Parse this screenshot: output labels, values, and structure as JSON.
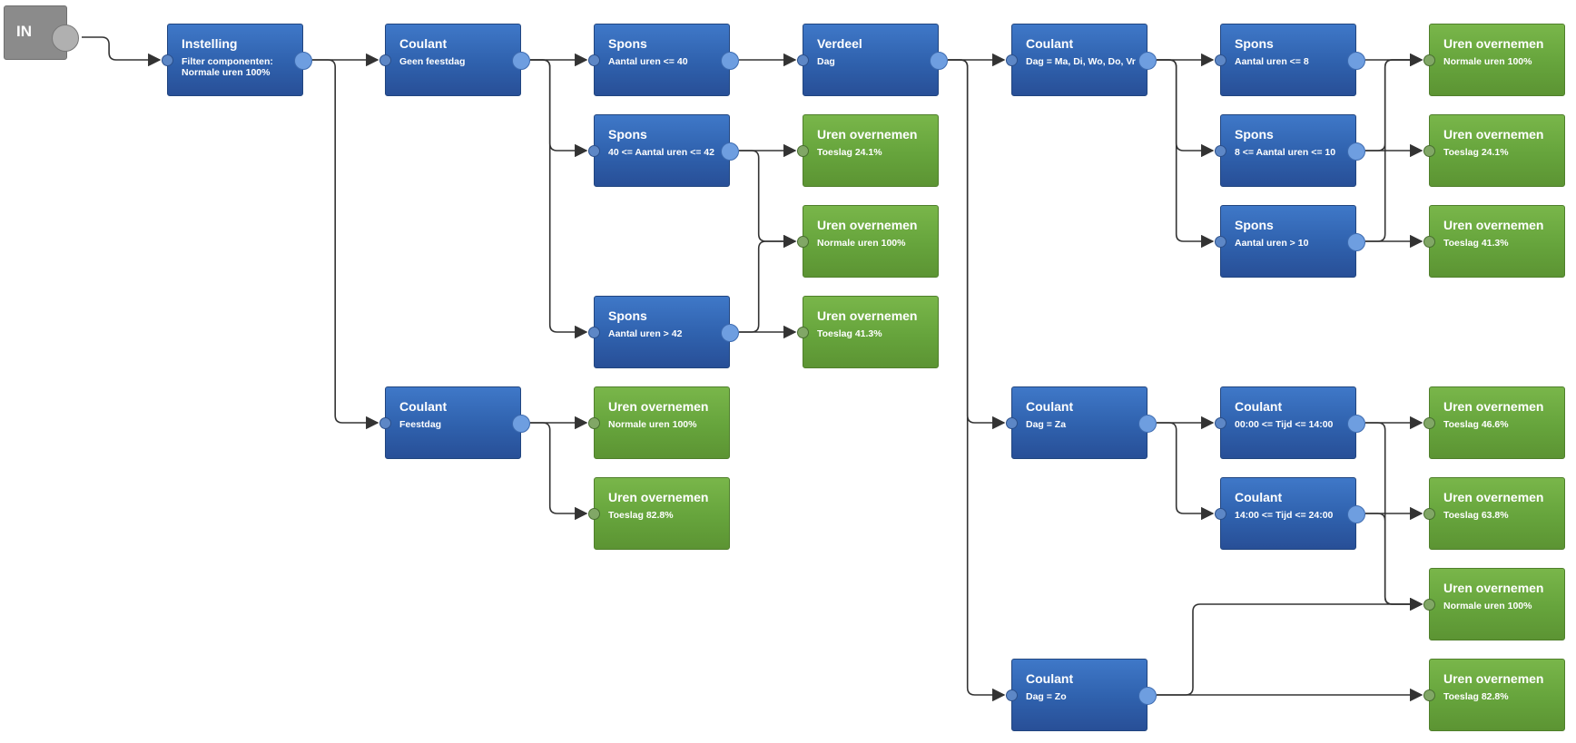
{
  "colors": {
    "action_blue": "#2f61ad",
    "result_green": "#66a43c",
    "start_gray": "#8b8b8b",
    "edge": "#333333"
  },
  "nodes": [
    {
      "id": "in",
      "kind": "gray",
      "title": "IN",
      "sub": ""
    },
    {
      "id": "n1",
      "kind": "blue",
      "title": "Instelling",
      "sub": "Filter componenten:\nNormale uren 100%"
    },
    {
      "id": "n2",
      "kind": "blue",
      "title": "Coulant",
      "sub": "Geen feestdag"
    },
    {
      "id": "n3",
      "kind": "blue",
      "title": "Coulant",
      "sub": "Feestdag"
    },
    {
      "id": "n4",
      "kind": "blue",
      "title": "Spons",
      "sub": "Aantal uren <= 40"
    },
    {
      "id": "n5",
      "kind": "blue",
      "title": "Spons",
      "sub": "40 <= Aantal uren <= 42"
    },
    {
      "id": "n6",
      "kind": "blue",
      "title": "Spons",
      "sub": "Aantal uren > 42"
    },
    {
      "id": "n7",
      "kind": "green",
      "title": "Uren overnemen",
      "sub": "Normale uren 100%"
    },
    {
      "id": "n8",
      "kind": "green",
      "title": "Uren overnemen",
      "sub": "Toeslag 82.8%"
    },
    {
      "id": "n9",
      "kind": "blue",
      "title": "Verdeel",
      "sub": "Dag"
    },
    {
      "id": "n10",
      "kind": "green",
      "title": "Uren overnemen",
      "sub": "Toeslag 24.1%"
    },
    {
      "id": "n11",
      "kind": "green",
      "title": "Uren overnemen",
      "sub": "Normale uren 100%"
    },
    {
      "id": "n12",
      "kind": "green",
      "title": "Uren overnemen",
      "sub": "Toeslag 41.3%"
    },
    {
      "id": "n13",
      "kind": "blue",
      "title": "Coulant",
      "sub": "Dag = Ma, Di, Wo, Do, Vr"
    },
    {
      "id": "n14",
      "kind": "blue",
      "title": "Coulant",
      "sub": "Dag = Za"
    },
    {
      "id": "n15",
      "kind": "blue",
      "title": "Coulant",
      "sub": "Dag = Zo"
    },
    {
      "id": "n16",
      "kind": "blue",
      "title": "Spons",
      "sub": "Aantal uren <= 8"
    },
    {
      "id": "n17",
      "kind": "blue",
      "title": "Spons",
      "sub": "8 <= Aantal uren <= 10"
    },
    {
      "id": "n18",
      "kind": "blue",
      "title": "Spons",
      "sub": "Aantal uren > 10"
    },
    {
      "id": "n19",
      "kind": "blue",
      "title": "Coulant",
      "sub": "00:00 <= Tijd <= 14:00"
    },
    {
      "id": "n20",
      "kind": "blue",
      "title": "Coulant",
      "sub": "14:00 <= Tijd <= 24:00"
    },
    {
      "id": "n21",
      "kind": "green",
      "title": "Uren overnemen",
      "sub": "Normale uren 100%"
    },
    {
      "id": "n22",
      "kind": "green",
      "title": "Uren overnemen",
      "sub": "Toeslag 24.1%"
    },
    {
      "id": "n23",
      "kind": "green",
      "title": "Uren overnemen",
      "sub": "Toeslag 41.3%"
    },
    {
      "id": "n24",
      "kind": "green",
      "title": "Uren overnemen",
      "sub": "Toeslag 46.6%"
    },
    {
      "id": "n25",
      "kind": "green",
      "title": "Uren overnemen",
      "sub": "Toeslag 63.8%"
    },
    {
      "id": "n26",
      "kind": "green",
      "title": "Uren overnemen",
      "sub": "Normale uren 100%"
    },
    {
      "id": "n27",
      "kind": "green",
      "title": "Uren overnemen",
      "sub": "Toeslag 82.8%"
    }
  ],
  "edges": [
    [
      "in",
      "n1"
    ],
    [
      "n1",
      "n2"
    ],
    [
      "n1",
      "n3"
    ],
    [
      "n2",
      "n4"
    ],
    [
      "n2",
      "n5"
    ],
    [
      "n2",
      "n6"
    ],
    [
      "n3",
      "n7"
    ],
    [
      "n3",
      "n8"
    ],
    [
      "n4",
      "n9"
    ],
    [
      "n5",
      "n10"
    ],
    [
      "n5",
      "n11"
    ],
    [
      "n6",
      "n11"
    ],
    [
      "n6",
      "n12"
    ],
    [
      "n9",
      "n13"
    ],
    [
      "n9",
      "n14"
    ],
    [
      "n9",
      "n15"
    ],
    [
      "n13",
      "n16"
    ],
    [
      "n13",
      "n17"
    ],
    [
      "n13",
      "n18"
    ],
    [
      "n16",
      "n21"
    ],
    [
      "n17",
      "n22"
    ],
    [
      "n18",
      "n23"
    ],
    [
      "n18",
      "n21"
    ],
    [
      "n17",
      "n21"
    ],
    [
      "n14",
      "n19"
    ],
    [
      "n14",
      "n20"
    ],
    [
      "n19",
      "n24"
    ],
    [
      "n19",
      "n26"
    ],
    [
      "n20",
      "n25"
    ],
    [
      "n20",
      "n26"
    ],
    [
      "n15",
      "n27"
    ],
    [
      "n15",
      "n26"
    ]
  ]
}
